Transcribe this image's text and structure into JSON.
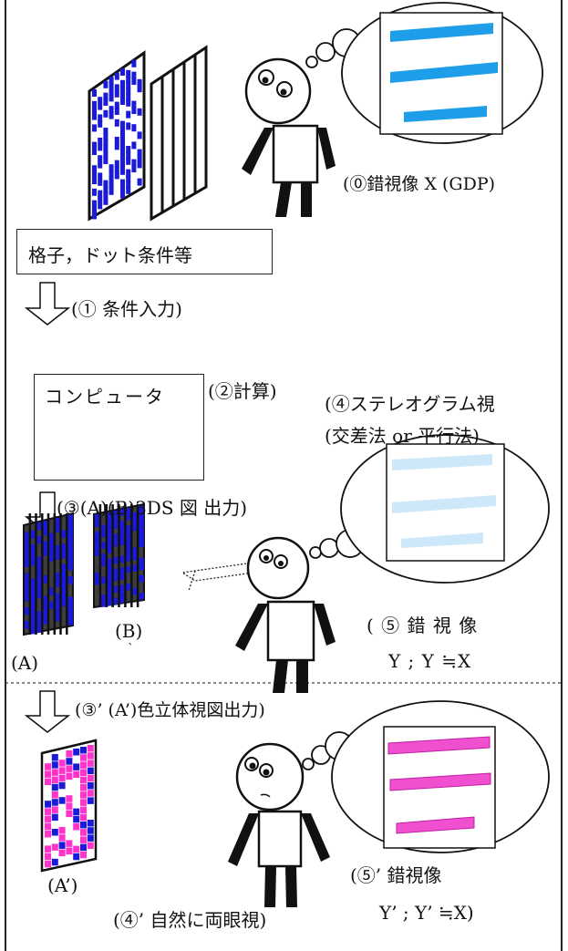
{
  "labels": {
    "illusion_x": "(⓪錯視像 X (GDP)",
    "input_box": "格子，ドット条件等",
    "step1": "(① 条件入力)",
    "computer": "コンピュータ",
    "step2": "(②計算)",
    "step4_line1": "(④ステレオグラム視",
    "step4_line2": "(交差法 or 平行法)",
    "step3": "(③(A)(B)3DS 図 出力)",
    "label_a": "(A)",
    "label_b": "(B)",
    "backtick": "`",
    "step5_line1": "( ⑤ 錯 視 像",
    "step5_line2": "Y ; Y ≒X",
    "step3p": "(③’ (A’)色立体視図出力)",
    "label_ap": "(A’)",
    "step5p_line1": "(⑤’ 錯視像",
    "step5p_line2": "Y’ ; Y’ ≒X)",
    "step4p": "(④’ 自然に両眼視)"
  },
  "colors": {
    "blue_bar": "#1e9ee8",
    "light_blue_bar": "#cde8f8",
    "magenta_bar": "#f050d0",
    "dot_blue": "#1a1ad8",
    "dot_magenta": "#ff33cc"
  }
}
